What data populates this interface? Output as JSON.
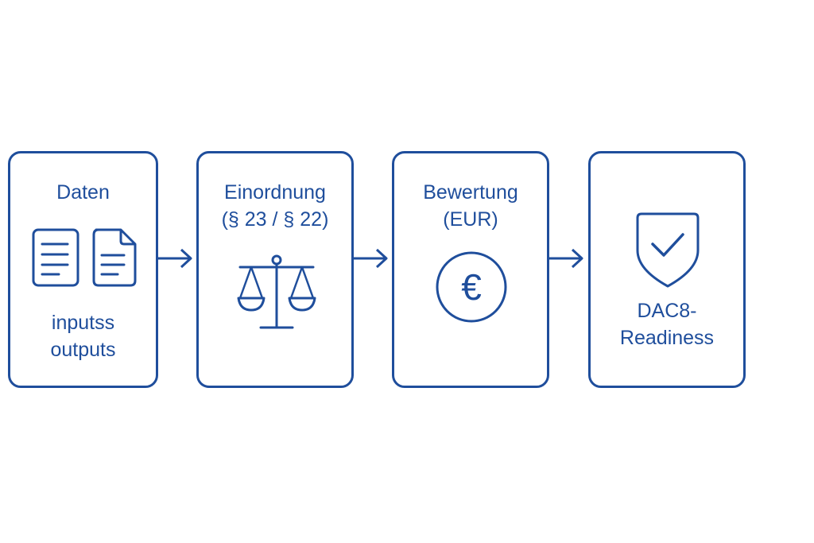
{
  "steps": [
    {
      "title": "Daten",
      "subtitle_line1": "inputss",
      "subtitle_line2": "outputs",
      "icons": [
        "document-lines-icon",
        "document-folded-icon"
      ]
    },
    {
      "title_line1": "Einordnung",
      "title_line2": "(§ 23 / § 22)",
      "icon": "scales-icon"
    },
    {
      "title_line1": "Bewertung",
      "title_line2": "(EUR)",
      "icon": "euro-circle-icon",
      "icon_glyph": "€"
    },
    {
      "label_line1": "DAC8-",
      "label_line2": "Readiness",
      "icon": "shield-check-icon"
    }
  ],
  "colors": {
    "accent": "#1f4e9c",
    "background": "#ffffff"
  }
}
